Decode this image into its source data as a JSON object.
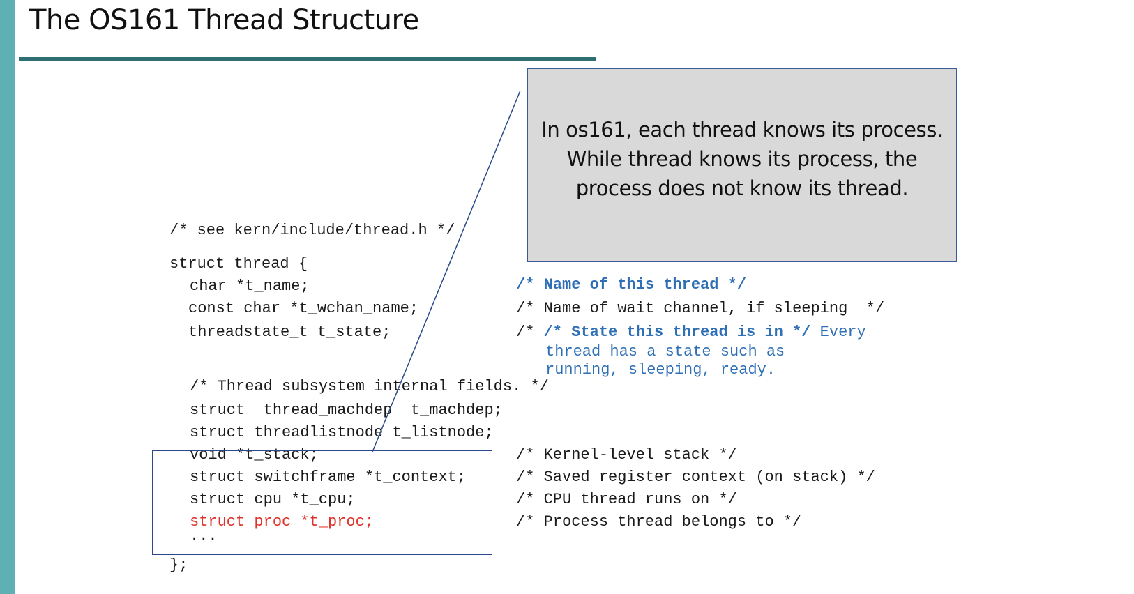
{
  "slide": {
    "title": "The OS161 Thread Structure",
    "accent_color": "#5fb0b4",
    "rule_color": "#2f6f73"
  },
  "callout": {
    "lines": [
      "In os161, each thread knows its process.",
      "While thread knows its process, the",
      "process does not know its thread."
    ]
  },
  "code": {
    "header_comment": "/* see kern/include/thread.h */",
    "struct_open": "struct thread {",
    "name_field": "char *t_name;",
    "name_comment": "/* Name of this thread */",
    "wchan_field": "const char *t_wchan_name;",
    "wchan_comment": "/* Name of wait channel, if sleeping  */",
    "state_field": "threadstate_t t_state;",
    "state_comment_bold": "/* State this thread is in */",
    "state_comment_extra_1": " Every",
    "state_comment_extra_2": "thread has a state such as",
    "state_comment_extra_3": "running, sleeping, ready.",
    "internal_comment": "/* Thread subsystem internal fields. */",
    "machdep_field": "struct  thread_machdep  t_machdep;",
    "listnode_field": "struct threadlistnode t_listnode;",
    "stack_field": "void *t_stack;",
    "stack_comment": "/* Kernel-level stack */",
    "context_field": "struct switchframe *t_context;",
    "context_comment": "/* Saved register context (on stack) */",
    "cpu_field": "struct cpu *t_cpu;",
    "cpu_comment": "/* CPU thread runs on */",
    "proc_field": "struct proc *t_proc;",
    "proc_comment": "/* Process thread belongs to */",
    "ellipsis": "...",
    "struct_close": "};"
  },
  "colors": {
    "highlight_red": "#e0312a",
    "comment_blue": "#2f6fb5"
  }
}
